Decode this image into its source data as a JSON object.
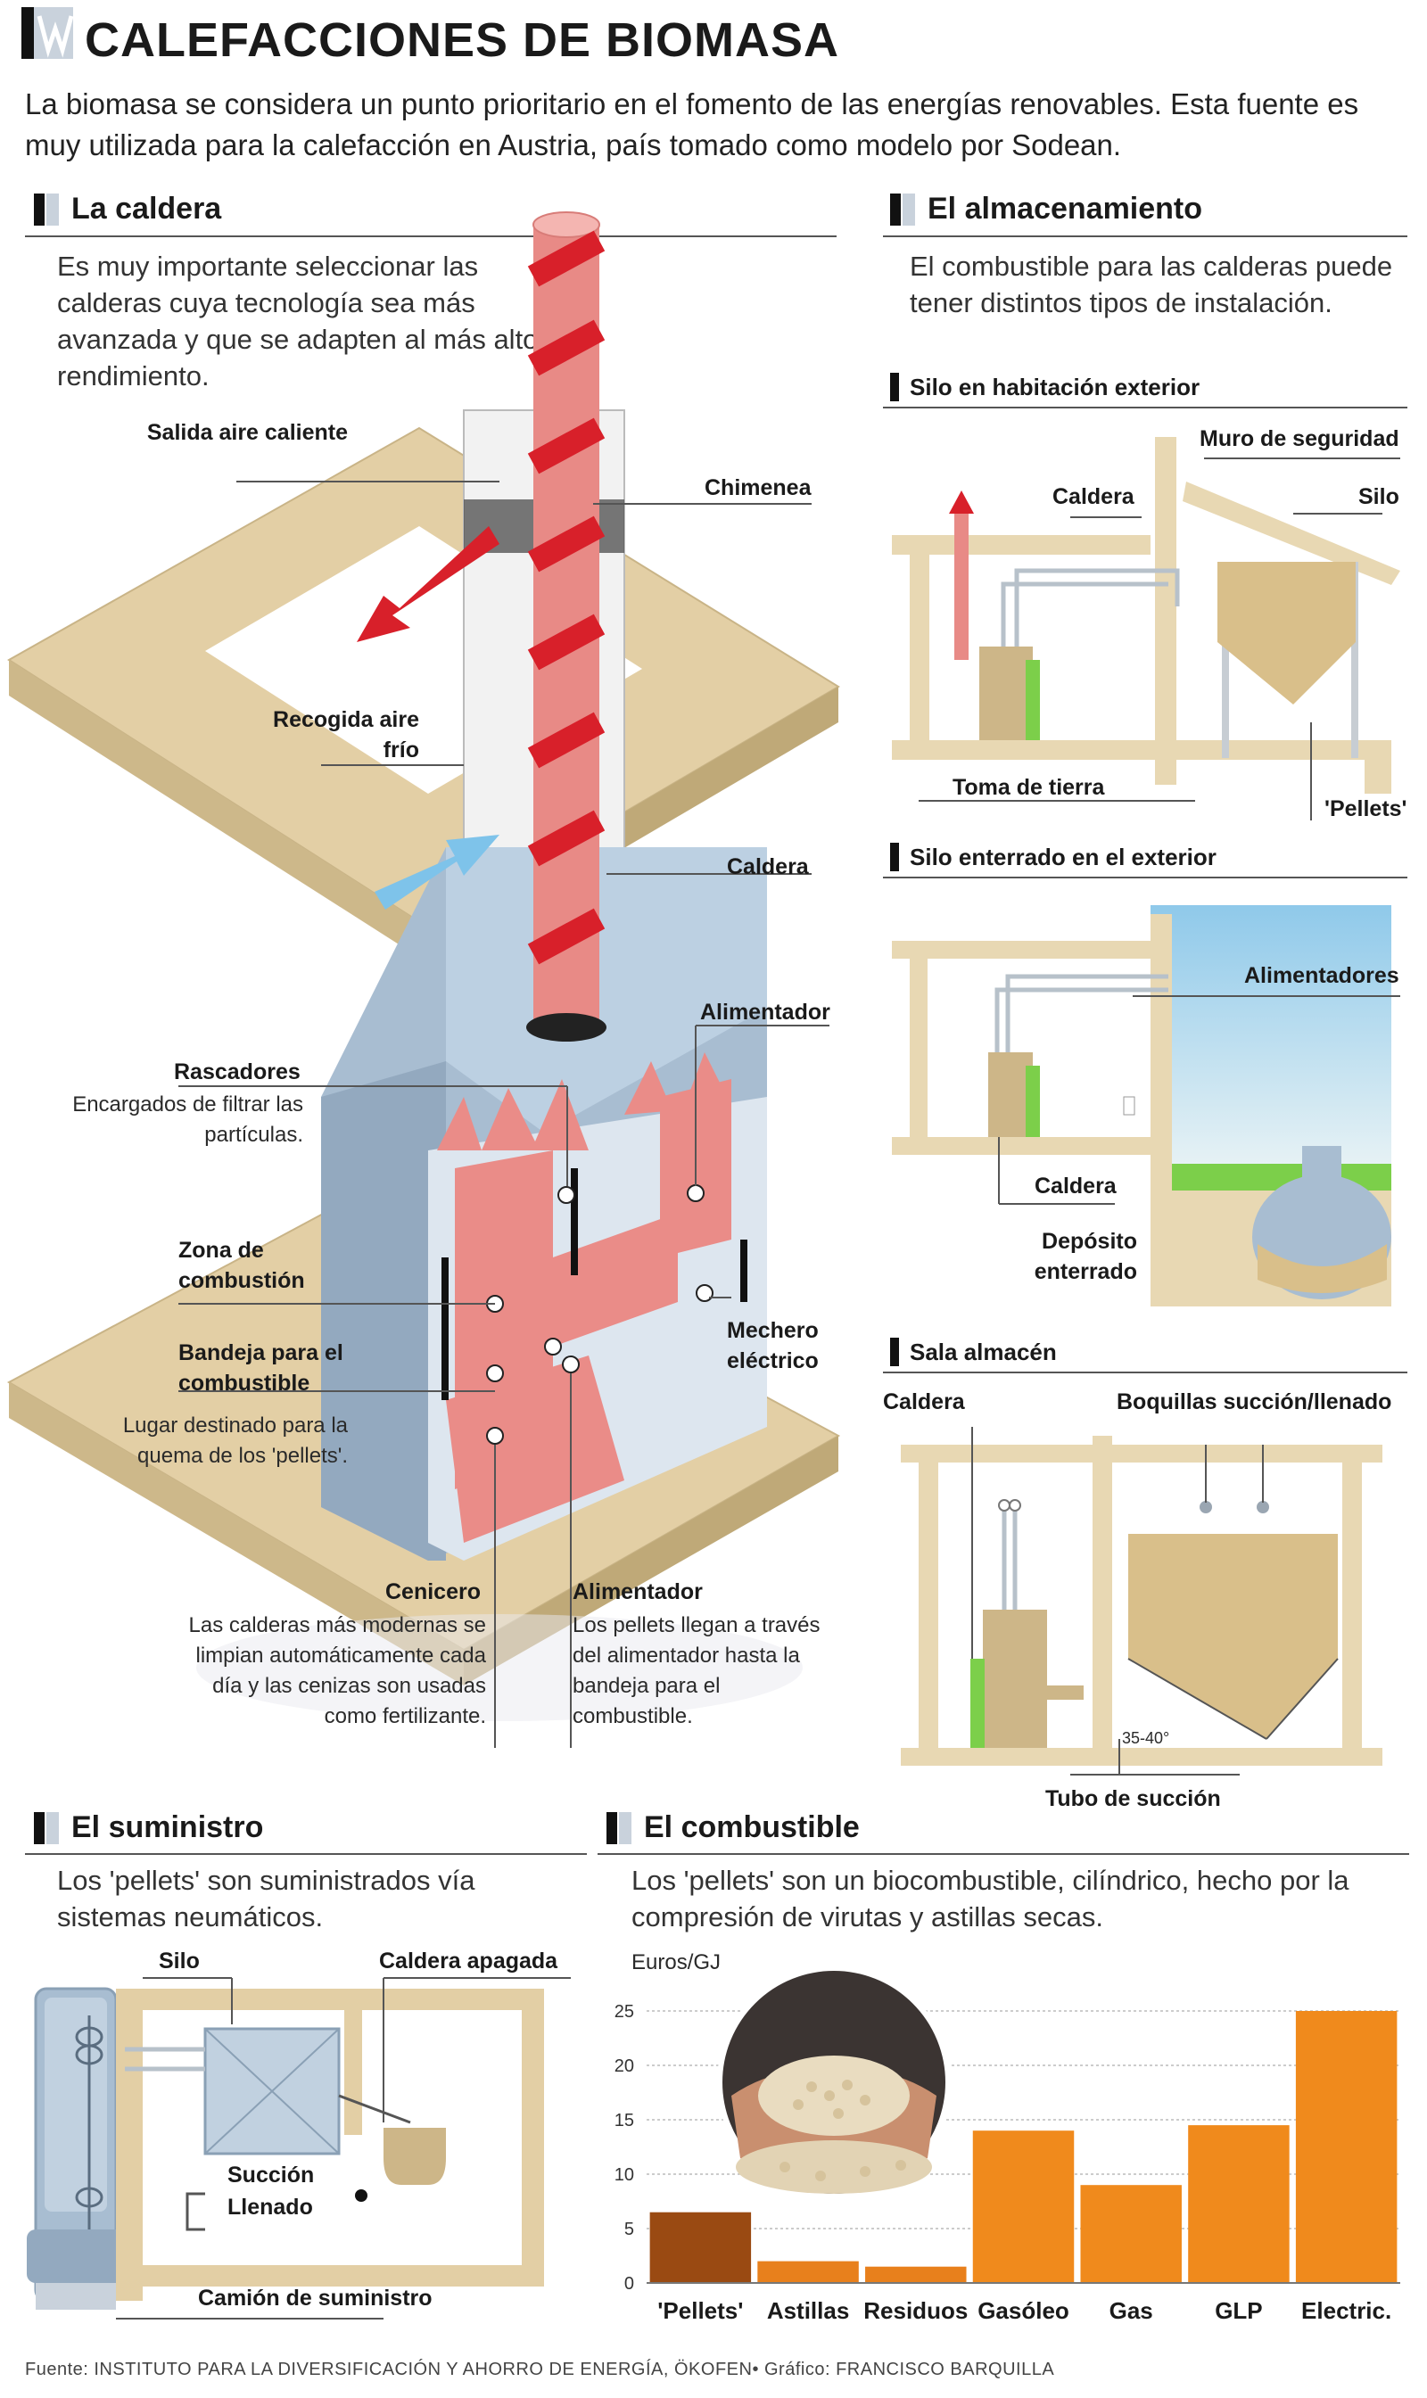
{
  "header": {
    "title": "CALEFACCIONES DE BIOMASA",
    "intro": "La biomasa se considera un punto prioritario en el fomento de las energías renovables. Esta fuente es muy utilizada para la calefacción en Austria, país tomado como modelo por Sodean."
  },
  "caldera": {
    "heading": "La caldera",
    "text": "Es muy importante seleccionar las calderas cuya tecnología sea más avanzada y que se adapten al más alto rendimiento.",
    "labels": {
      "salida": "Salida aire caliente",
      "chimenea": "Chimenea",
      "recogida": "Recogida aire frío",
      "caldera": "Caldera",
      "alimentador_top": "Alimentador",
      "rascadores": "Rascadores",
      "rascadores_desc": "Encargados de filtrar las partículas.",
      "zona": "Zona de combustión",
      "bandeja": "Bandeja para el combustible",
      "bandeja_desc": "Lugar destinado para la quema de los 'pellets'.",
      "mechero": "Mechero eléctrico",
      "cenicero": "Cenicero",
      "cenicero_desc": "Las calderas más modernas se limpian automáticamente cada día y las cenizas son usadas como fertilizante.",
      "alimentador": "Alimentador",
      "alimentador_desc": "Los pellets llegan a través del alimentador hasta la bandeja para el combustible."
    }
  },
  "almacenamiento": {
    "heading": "El almacenamiento",
    "text": "El combustible para las calderas puede tener distintos tipos de instalación.",
    "exterior": {
      "heading": "Silo en habitación exterior",
      "muro": "Muro de seguridad",
      "caldera": "Caldera",
      "silo": "Silo",
      "toma": "Toma de tierra",
      "pellets": "'Pellets'"
    },
    "enterrado": {
      "heading": "Silo enterrado en el exterior",
      "alimentadores": "Alimentadores",
      "caldera": "Caldera",
      "deposito": "Depósito enterrado"
    },
    "sala": {
      "heading": "Sala almacén",
      "caldera": "Caldera",
      "boquillas": "Boquillas succión/llenado",
      "angle": "35-40°",
      "tubo": "Tubo de succión"
    }
  },
  "suministro": {
    "heading": "El suministro",
    "text": "Los 'pellets' son suministrados vía sistemas neumáticos.",
    "silo": "Silo",
    "caldera_apagada": "Caldera apagada",
    "succion": "Succión",
    "llenado": "Llenado",
    "camion": "Camión de suministro"
  },
  "combustible": {
    "heading": "El combustible",
    "text": "Los 'pellets' son un biocombustible, cilíndrico, hecho por la compresión de virutas y astillas secas.",
    "unit": "Euros/GJ"
  },
  "chart_data": {
    "type": "bar",
    "categories": [
      "'Pellets'",
      "Astillas",
      "Residuos",
      "Gasóleo",
      "Gas",
      "GLP",
      "Electric."
    ],
    "values": [
      6.5,
      2,
      1.5,
      14,
      9,
      14.5,
      25
    ],
    "ylabel": "Euros/GJ",
    "ylim": [
      0,
      25
    ],
    "yticks": [
      0,
      5,
      10,
      15,
      20,
      25
    ],
    "grid": true,
    "colors": [
      "#9a4a12",
      "#e8801c",
      "#e8801c",
      "#f08a1c",
      "#f08a1c",
      "#f08a1c",
      "#f08a1c"
    ]
  },
  "footer": {
    "source": "Fuente: INSTITUTO PARA LA DIVERSIFICACIÓN Y AHORRO DE ENERGÍA, ÖKOFEN• Gráfico: FRANCISCO BARQUILLA"
  },
  "colors": {
    "floor": "#e3cfa5",
    "boiler": "#a8bdd1",
    "chimney": "#e88a86",
    "stripe": "#d8202a",
    "hot_arrow": "#d8202a",
    "cold_arrow": "#7ec3ea",
    "green": "#7ccf4a",
    "sky": "#8fc9ea",
    "bar": "#f08a1c"
  }
}
